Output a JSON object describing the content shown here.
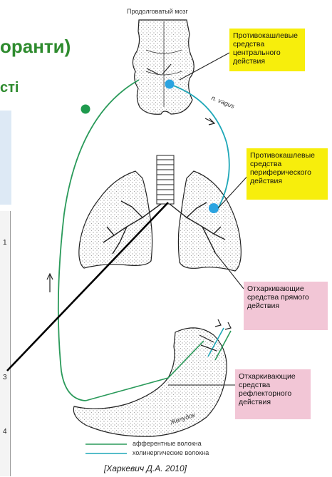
{
  "slide": {
    "heading_fragment_1": "оранти)",
    "heading_fragment_2": "сті"
  },
  "diagram": {
    "label_brain": "Продолговатый мозг",
    "label_vagus": "n. vagus",
    "label_stomach": "Желудок",
    "box_central": "Противокашлевые средства центрального действия",
    "box_peripheral": "Противокашлевые средства периферического действия",
    "box_direct": "Отхаркивающие средства прямого действия",
    "box_reflex": "Отхаркивающие средства рефлекторного действия",
    "legend_afferent": "афферентные волокна",
    "legend_cholinergic": "холинергические волокна",
    "citation": "[Харкевич Д.А. 2010]"
  },
  "left_figure": {
    "num_1": "1",
    "num_3": "3",
    "num_4": "4"
  },
  "colors": {
    "afferent_green": "#2a9a5a",
    "cholinergic_teal": "#1ea7b8",
    "yellow_box": "#f7ee0c",
    "pink_box": "#f2c6d6",
    "heading_green": "#2e8b2e"
  }
}
